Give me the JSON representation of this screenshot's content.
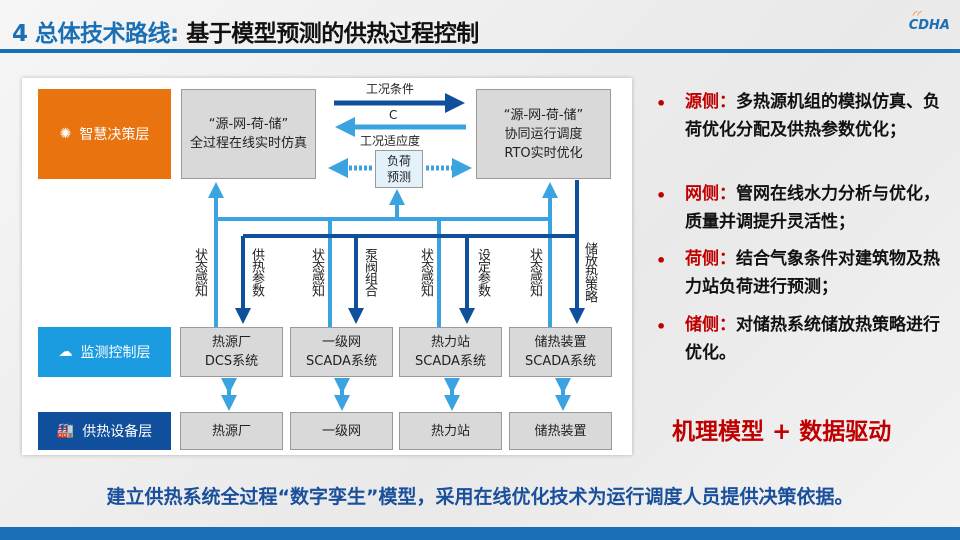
{
  "header": {
    "title_prefix": "4 总体技术路线:",
    "title_main": "基于模型预测的供热过程控制",
    "logo_text": "DHA"
  },
  "diagram": {
    "layers": {
      "decision": "智慧决策层",
      "monitor": "监测控制层",
      "equipment": "供热设备层"
    },
    "sim_box": {
      "line1": "“源-网-荷-储”",
      "line2": "全过程在线实时仿真"
    },
    "rto_box": {
      "line1": "“源-网-荷-储”",
      "line2": "协同运行调度",
      "line3": "RTO实时优化"
    },
    "arrow_labels": {
      "conditions": "工况条件",
      "c": "C",
      "adaptability": "工况适应度"
    },
    "load_forecast": {
      "line1": "负荷",
      "line2": "预测"
    },
    "vertical_labels": [
      "状态感知",
      "供热参数",
      "状态感知",
      "泵阀组合",
      "状态感知",
      "设定参数",
      "状态感知",
      "储放热策略"
    ],
    "monitor_boxes": [
      {
        "line1": "热源厂",
        "line2": "DCS系统"
      },
      {
        "line1": "一级网",
        "line2": "SCADA系统"
      },
      {
        "line1": "热力站",
        "line2": "SCADA系统"
      },
      {
        "line1": "储热装置",
        "line2": "SCADA系统"
      }
    ],
    "equipment_boxes": [
      "热源厂",
      "一级网",
      "热力站",
      "储热装置"
    ],
    "colors": {
      "decision": "#e8730f",
      "monitor": "#1b9be0",
      "equipment": "#0f4f9c",
      "light_arrow": "#3aa3e0",
      "dark_arrow": "#0f4f9c"
    }
  },
  "bullets": [
    {
      "key": "源侧：",
      "text": "多热源机组的模拟仿真、负荷优化分配及供热参数优化；"
    },
    {
      "key": "网侧：",
      "text": "管网在线水力分析与优化，质量并调提升灵活性；"
    },
    {
      "key": "荷侧：",
      "text": "结合气象条件对建筑物及热力站负荷进行预测；"
    },
    {
      "key": "储侧：",
      "text": "对储热系统储放热策略进行优化。"
    }
  ],
  "slogan": "机理模型 + 数据驱动",
  "footer_text": "建立供热系统全过程“数字孪生”模型，采用在线优化技术为运行调度人员提供决策依据。"
}
